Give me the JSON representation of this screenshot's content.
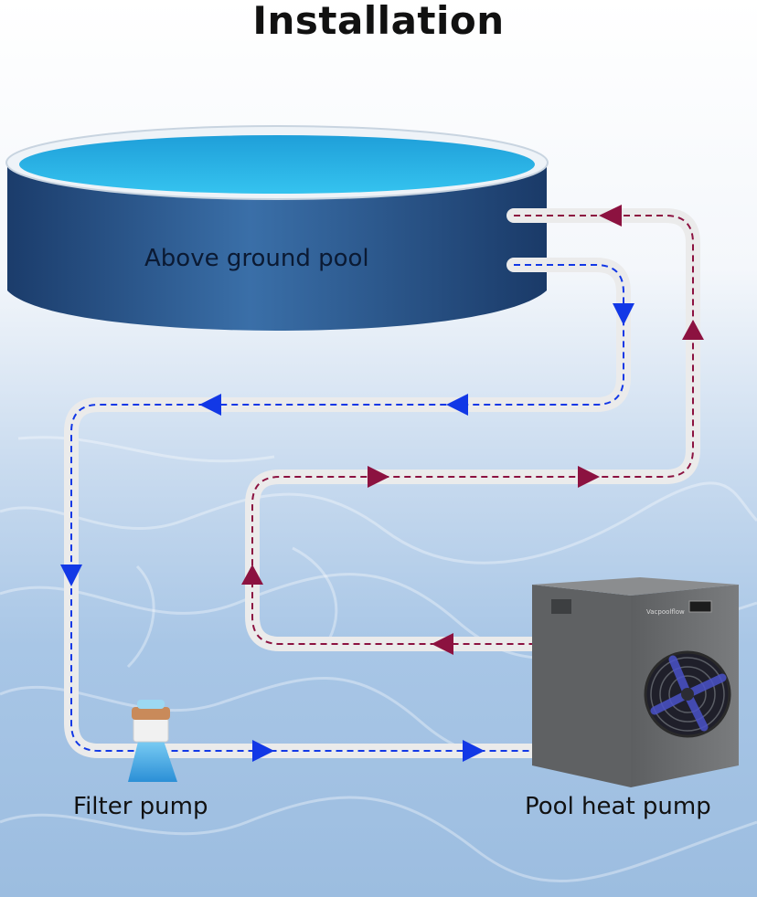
{
  "title": "Installation",
  "labels": {
    "pool": "Above ground pool",
    "filter_pump": "Filter pump",
    "heat_pump": "Pool heat pump",
    "heat_pump_brand": "Vacpoolflow"
  },
  "colors": {
    "cold_flow": "#1238e6",
    "hot_flow": "#8c1240",
    "pipe": "#eaeaea",
    "pool_wall": "#244f86",
    "pool_water": "#2fb7e8",
    "heat_pump_body": "#6f7173"
  },
  "icons": [
    "pool-icon",
    "filter-pump-icon",
    "heat-pump-icon",
    "fan-icon"
  ]
}
